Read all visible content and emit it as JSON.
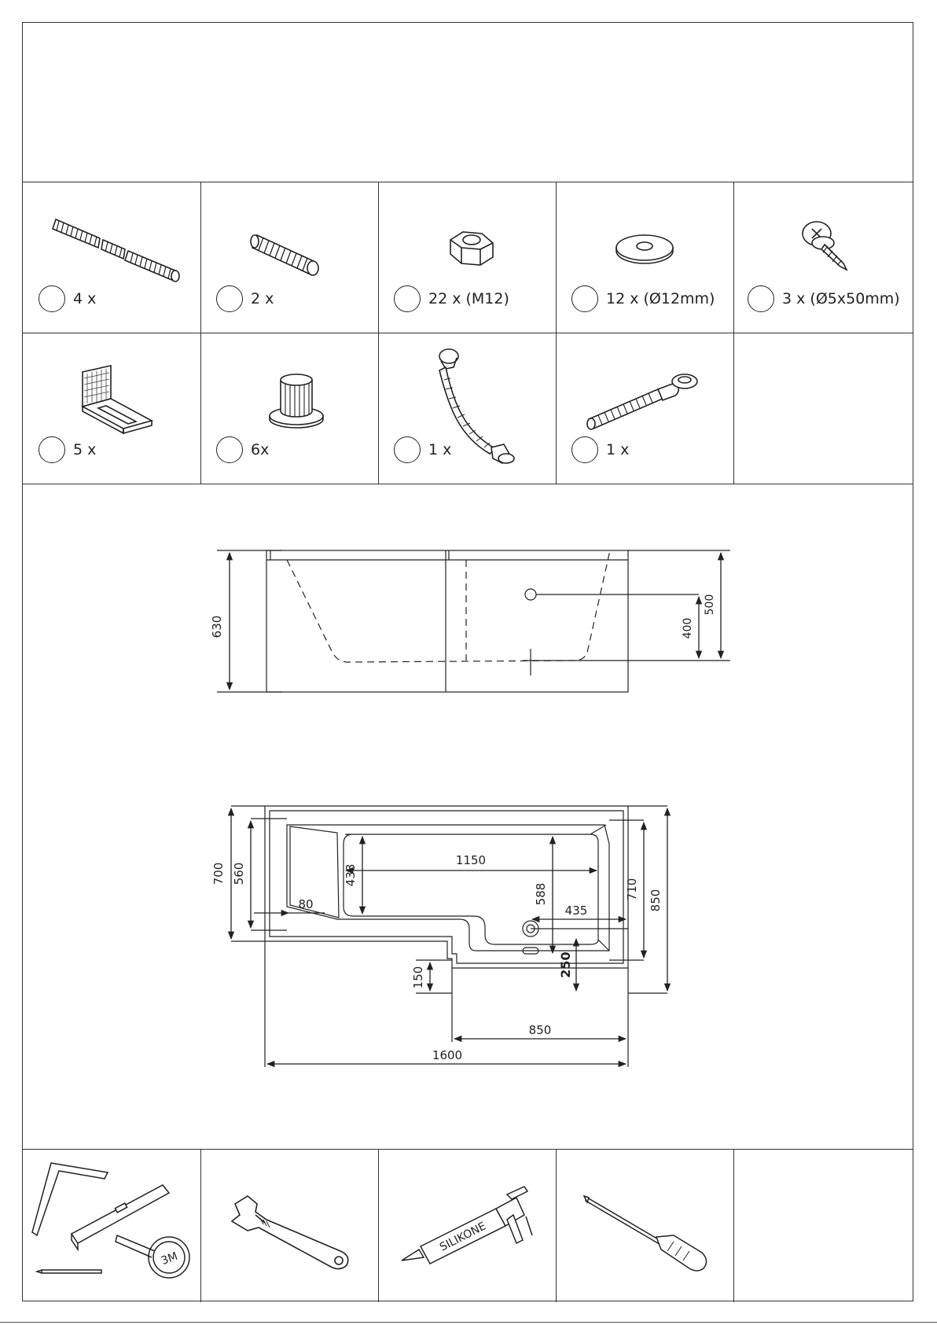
{
  "parts": [
    {
      "name": "threaded-rod-long",
      "qty": "4 x"
    },
    {
      "name": "threaded-rod-short",
      "qty": "2 x"
    },
    {
      "name": "hex-nut",
      "qty": "22 x (M12)"
    },
    {
      "name": "washer",
      "qty": "12 x (Ø12mm)"
    },
    {
      "name": "screw",
      "qty": "3 x (Ø5x50mm)"
    },
    {
      "name": "wall-bracket",
      "qty": "5 x"
    },
    {
      "name": "foot-pad",
      "qty": "6x"
    },
    {
      "name": "bath-waste",
      "qty": "1 x"
    },
    {
      "name": "flexible-waste-trap",
      "qty": "1 x"
    }
  ],
  "side_view": {
    "height_total": "630",
    "height_rim": "500",
    "height_overflow": "400"
  },
  "plan_view": {
    "width_700": "700",
    "width_560": "560",
    "inner_438": "438",
    "inner_1150": "1150",
    "offset_80": "80",
    "inner_588": "588",
    "waste_435": "435",
    "depth_710": "710",
    "depth_850": "850",
    "step_150": "150",
    "step_250": "250",
    "length_850": "850",
    "length_1600": "1600"
  },
  "tools": [
    {
      "name": "square-level-tape"
    },
    {
      "name": "adjustable-wrench"
    },
    {
      "name": "silicone-gun",
      "label": "SILIKONE"
    },
    {
      "name": "screwdriver"
    },
    {
      "name": "empty"
    }
  ],
  "tape_label": "3M"
}
